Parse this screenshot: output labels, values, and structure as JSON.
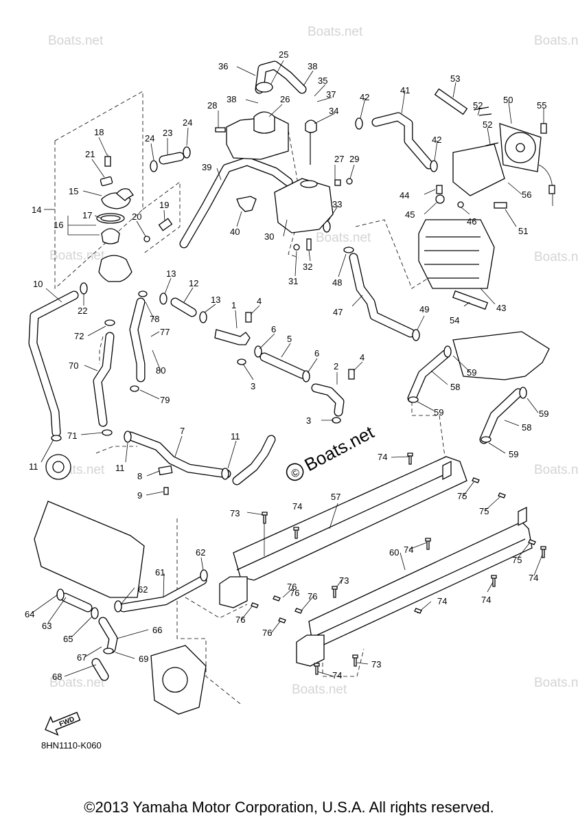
{
  "watermark": {
    "site": "Boats.net",
    "center_text": "Boats.net",
    "copyright_symbol": "©"
  },
  "diagram_code": "8HN1110-K060",
  "fwd_label": "FWD",
  "copyright": "©2013 Yamaha Motor Corporation, U.S.A. All rights reserved.",
  "callouts": [
    "1",
    "2",
    "3",
    "3",
    "4",
    "4",
    "5",
    "6",
    "6",
    "7",
    "8",
    "9",
    "10",
    "11",
    "11",
    "11",
    "12",
    "13",
    "13",
    "14",
    "15",
    "16",
    "17",
    "18",
    "19",
    "20",
    "21",
    "22",
    "23",
    "24",
    "24",
    "25",
    "26",
    "27",
    "28",
    "29",
    "30",
    "31",
    "32",
    "33",
    "34",
    "35",
    "36",
    "37",
    "38",
    "38",
    "39",
    "40",
    "41",
    "42",
    "42",
    "43",
    "44",
    "45",
    "46",
    "47",
    "48",
    "49",
    "50",
    "51",
    "52",
    "52",
    "53",
    "54",
    "55",
    "56",
    "57",
    "58",
    "58",
    "59",
    "59",
    "59",
    "59",
    "60",
    "61",
    "62",
    "62",
    "63",
    "64",
    "65",
    "66",
    "67",
    "68",
    "69",
    "70",
    "71",
    "72",
    "73",
    "73",
    "73",
    "74",
    "74",
    "74",
    "74",
    "74",
    "74",
    "74",
    "75",
    "75",
    "75",
    "76",
    "76",
    "76",
    "76",
    "76",
    "77",
    "78",
    "79",
    "80"
  ]
}
